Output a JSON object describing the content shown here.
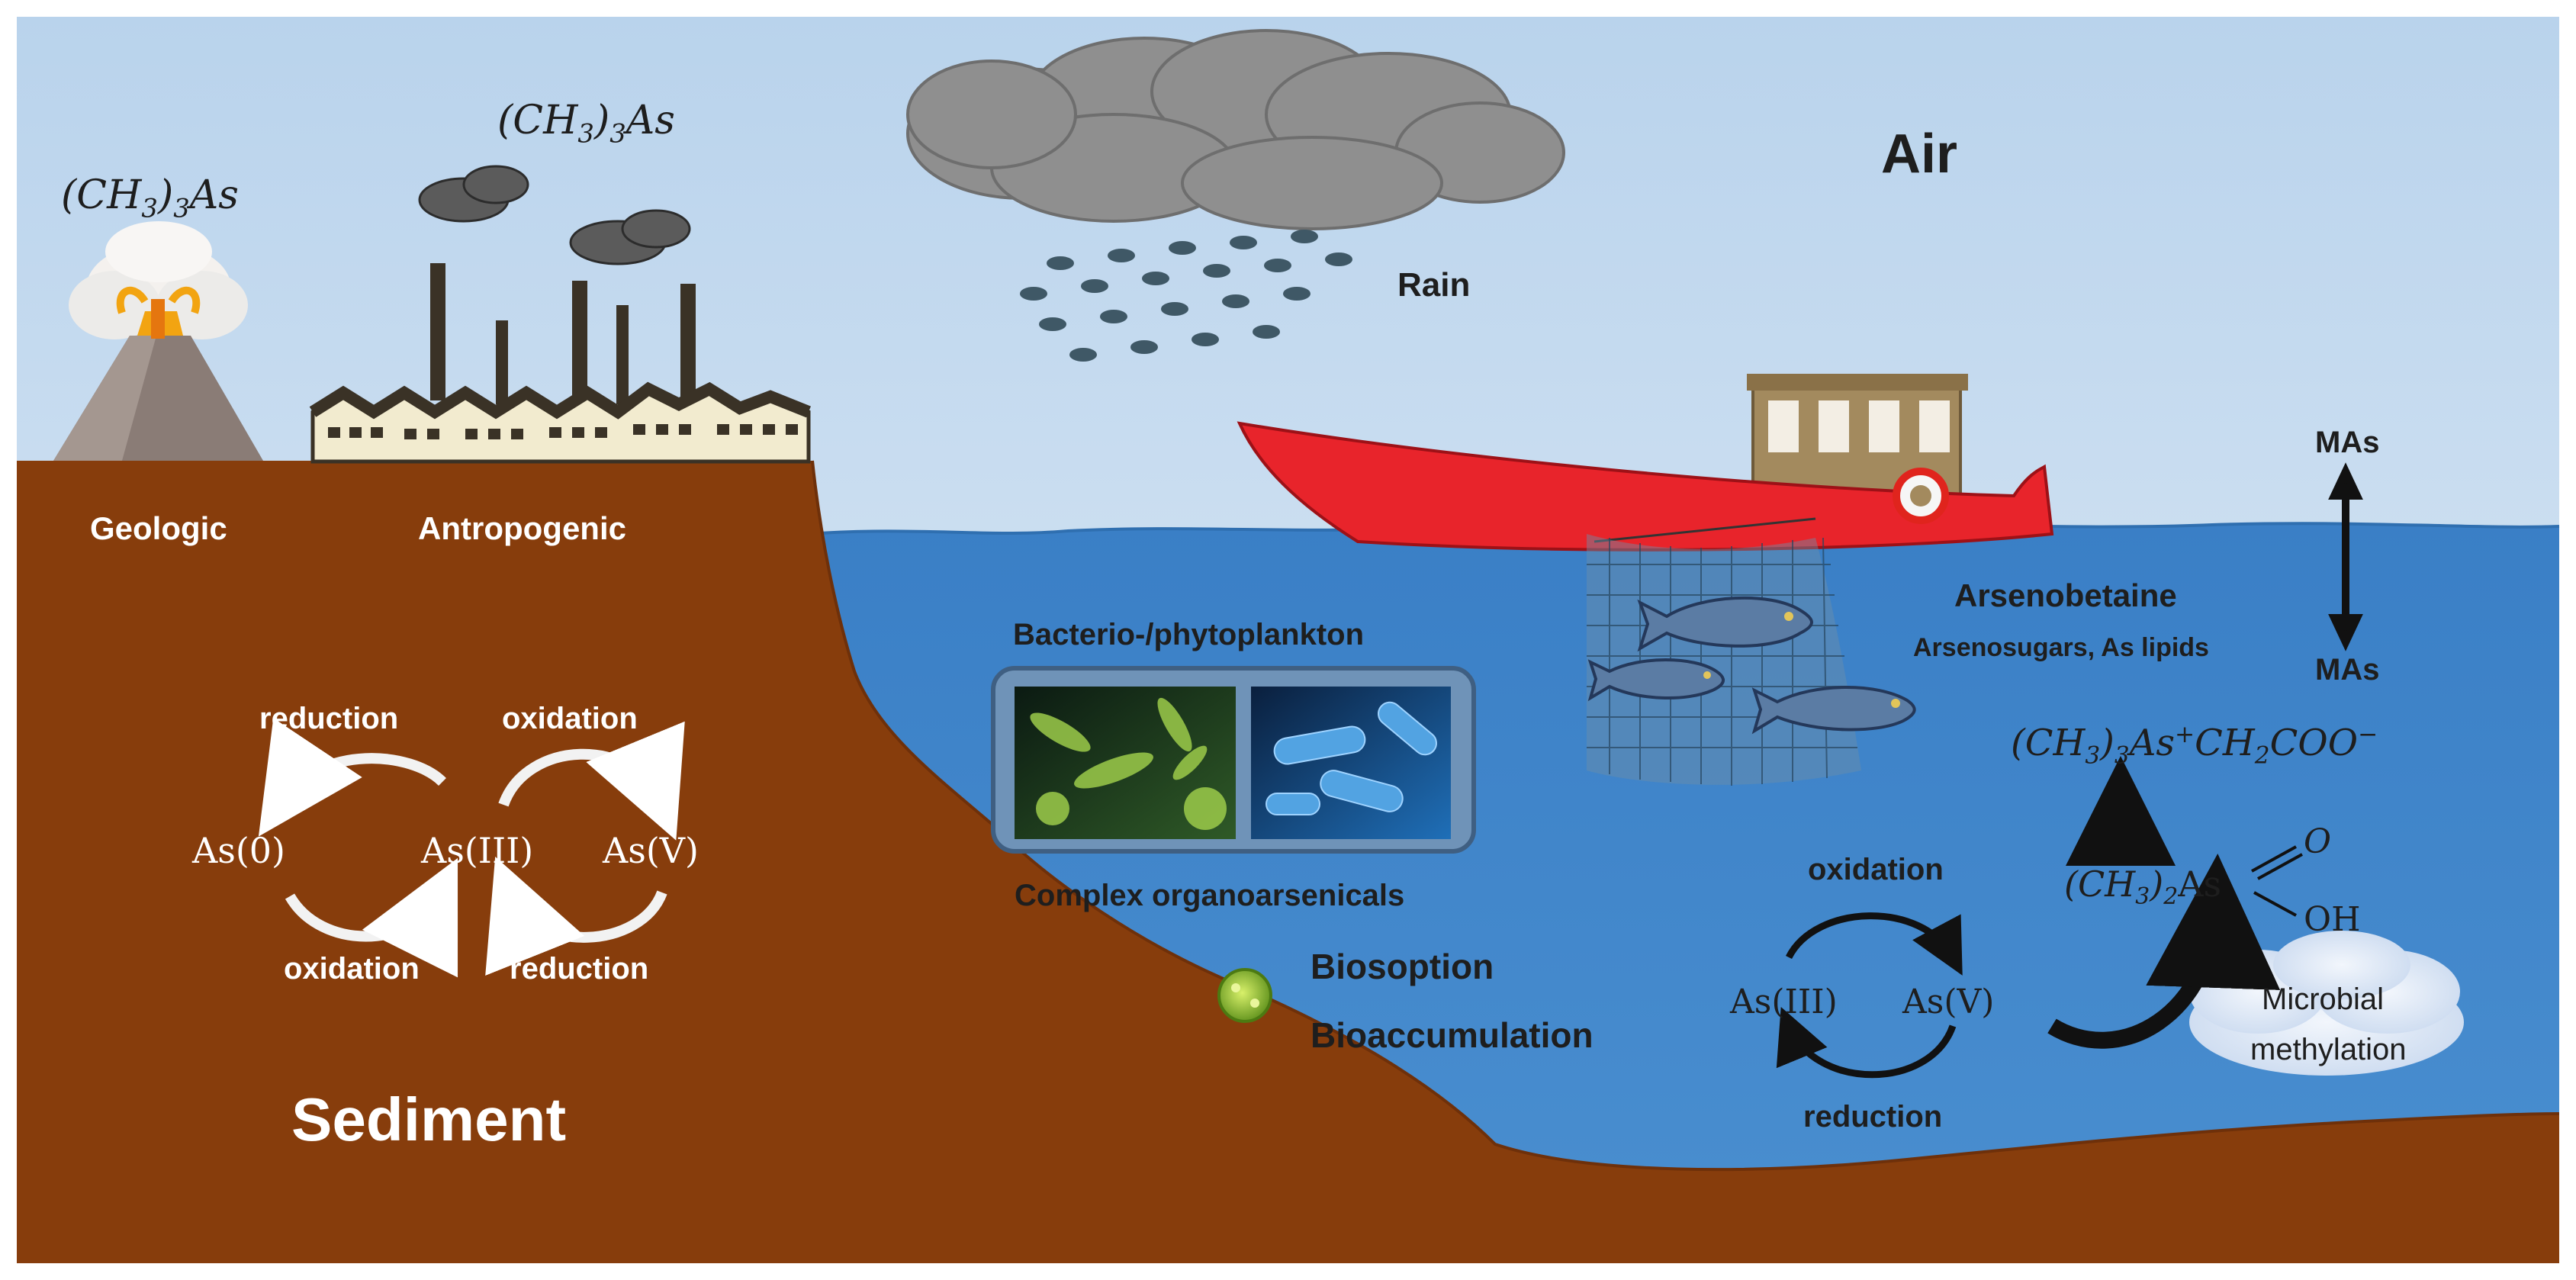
{
  "zones": {
    "air": "Air",
    "sediment": "Sediment"
  },
  "sources": {
    "geologic": "Geologic",
    "antropogenic": "Antropogenic",
    "volcano_gas": {
      "base": "(CH",
      "sub": "3",
      "mid": ")",
      "sub2": "3",
      "end": "As"
    },
    "factory_gas": {
      "base": "(CH",
      "sub": "3",
      "mid": ")",
      "sub2": "3",
      "end": "As"
    }
  },
  "rain": "Rain",
  "sediment_cycle": {
    "species": [
      "As(0)",
      "As(III)",
      "As(V)"
    ],
    "top_left": "reduction",
    "top_right": "oxidation",
    "bottom_left": "oxidation",
    "bottom_right": "reduction"
  },
  "plankton": {
    "title": "Bacterio-/phytoplankton",
    "caption": "Complex organoarsenicals"
  },
  "bio": {
    "line1": "Biosoption",
    "line2": "Bioaccumulation"
  },
  "fish": {
    "title": "Arsenobetaine",
    "subtitle": "Arsenosugars, As lipids"
  },
  "mas": {
    "top": "MAs",
    "bottom": "MAs"
  },
  "water_cycle": {
    "species": [
      "As(III)",
      "As(V)"
    ],
    "top": "oxidation",
    "bottom": "reduction"
  },
  "methylation": {
    "line1": "Microbial",
    "line2": "methylation"
  },
  "arsenobetaine_formula": {
    "a": "(CH",
    "b": "3",
    "c": ")",
    "d": "3",
    "e": "As",
    "f": "+",
    "g": "CH",
    "h": "2",
    "i": "COO",
    "j": "−"
  },
  "dma_formula": {
    "a": "(CH",
    "b": "3",
    "c": ")",
    "d": "2",
    "e": "As",
    "o": "O",
    "oh": "OH"
  },
  "colors": {
    "sky_top": "#b9d3ec",
    "sky_bottom": "#dfeaf6",
    "water": "#3f86c9",
    "sediment": "#873d0c",
    "boat_hull": "#e8242b",
    "cabin": "#a38a5e",
    "cloud": "#8f8f8f"
  }
}
